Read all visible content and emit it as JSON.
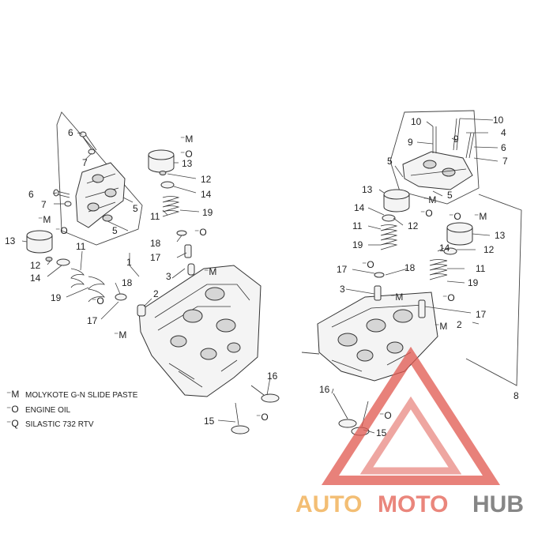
{
  "legend": [
    {
      "symbol": "M",
      "text": "MOLYKOTE G-N SLIDE PASTE"
    },
    {
      "symbol": "O",
      "text": "ENGINE OIL"
    },
    {
      "symbol": "Q",
      "text": "SILASTIC 732 RTV"
    }
  ],
  "callouts": {
    "c1": "1",
    "c2": "2",
    "c3": "3",
    "c4": "4",
    "c5": "5",
    "c6": "6",
    "c7": "7",
    "c8": "8",
    "c9": "9",
    "c10": "10",
    "c11": "11",
    "c12": "12",
    "c13": "13",
    "c14": "14",
    "c15": "15",
    "c16": "16",
    "c17": "17",
    "c18": "18",
    "c19": "19"
  },
  "symbols": {
    "m": "M",
    "o": "O"
  },
  "watermark": {
    "auto": "AUTO",
    "moto": "MOTO",
    "hub": "HUB",
    "colors": {
      "auto": "#f2b866",
      "moto": "#e87a6e",
      "hub": "#7a7a7a",
      "triangle": "#e05a52"
    }
  }
}
